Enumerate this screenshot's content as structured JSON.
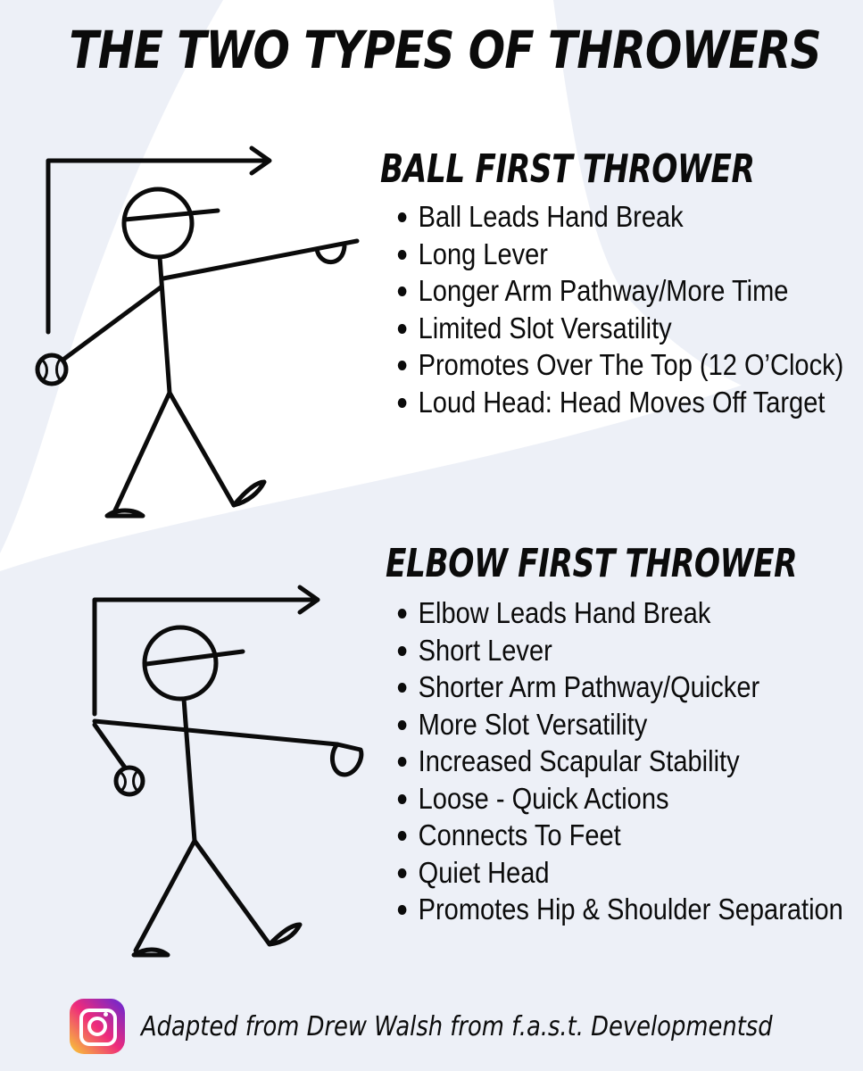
{
  "title": "THE TWO TYPES OF THROWERS",
  "sections": [
    {
      "heading": "BALL FIRST THROWER",
      "items": [
        "Ball Leads Hand Break",
        "Long Lever",
        "Longer Arm Pathway/More Time",
        "Limited Slot Versatility",
        "Promotes Over The Top (12 O’Clock)",
        "Loud Head: Head Moves Off Target"
      ]
    },
    {
      "heading": "ELBOW FIRST THROWER",
      "items": [
        "Elbow Leads Hand Break",
        "Short Lever",
        "Shorter Arm Pathway/Quicker",
        "More Slot Versatility",
        "Increased Scapular Stability",
        "Loose - Quick Actions",
        "Connects To Feet",
        "Quiet Head",
        "Promotes Hip & Shoulder Separation"
      ]
    }
  ],
  "footer": {
    "icon": "instagram-icon",
    "credit": "Adapted from Drew Walsh from f.a.s.t. Developmentsd"
  },
  "colors": {
    "background": "#ffffff",
    "background_band": "#edf0f7",
    "text": "#0b0b0b"
  }
}
